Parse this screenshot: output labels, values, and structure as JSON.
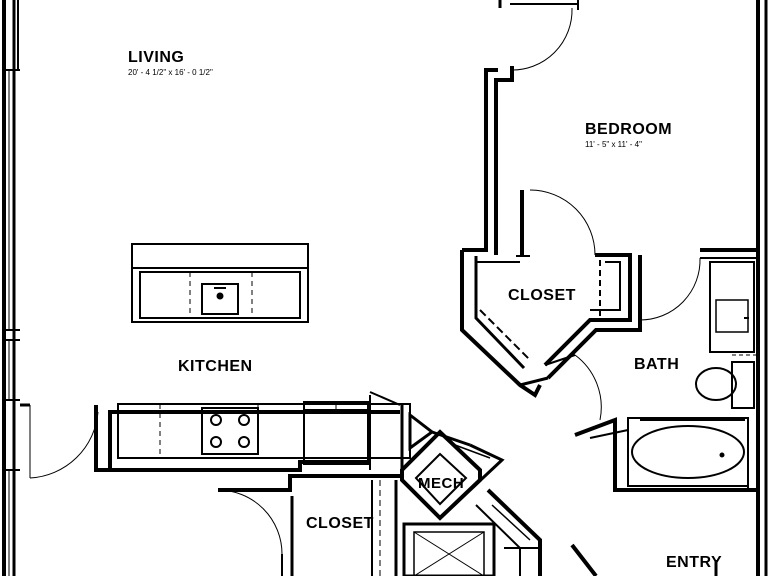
{
  "rooms": {
    "living": {
      "label": "LIVING",
      "dimensions": "20' - 4 1/2\" x 16' - 0 1/2\""
    },
    "bedroom": {
      "label": "BEDROOM",
      "dimensions": "11' - 5\" x 11' - 4\""
    },
    "closet_bedroom": {
      "label": "CLOSET"
    },
    "kitchen": {
      "label": "KITCHEN"
    },
    "bath": {
      "label": "BATH"
    },
    "mech": {
      "label": "MECH"
    },
    "closet_entry": {
      "label": "CLOSET"
    },
    "entry": {
      "label": "ENTRY"
    }
  }
}
